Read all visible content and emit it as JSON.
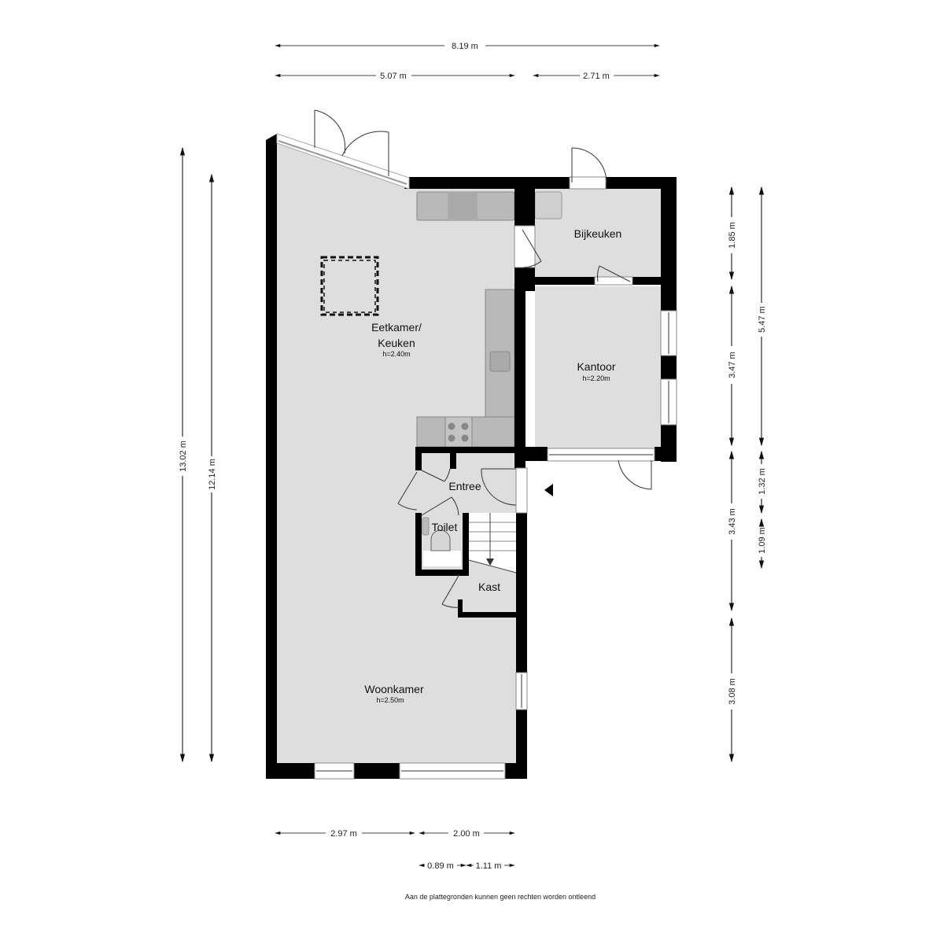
{
  "plan": {
    "colors": {
      "wall": "#000000",
      "floor": "#dedede",
      "cabinet": "#b9b9b9",
      "dimension_line": "#555555",
      "background": "#ffffff"
    },
    "rooms": [
      {
        "name": "Eetkamer/",
        "name2": "Keuken",
        "height": "h=2.40m"
      },
      {
        "name": "Bijkeuken"
      },
      {
        "name": "Kantoor",
        "height": "h=2.20m"
      },
      {
        "name": "Entree"
      },
      {
        "name": "Toilet"
      },
      {
        "name": "Kast"
      },
      {
        "name": "Woonkamer",
        "height": "h=2.50m"
      }
    ],
    "dimensions": {
      "top": {
        "total": "8.19 m",
        "left": "5.07 m",
        "right": "2.71 m"
      },
      "left": {
        "outer": "13.02 m",
        "inner": "12.14 m"
      },
      "right_inner": [
        "1.85 m",
        "3.47 m",
        "3.43 m",
        "3.08 m"
      ],
      "right_outer": [
        "5.47 m",
        "1.32 m",
        "1.09 m"
      ],
      "bottom": {
        "row1": [
          "2.97 m",
          "2.00 m"
        ],
        "row2": [
          "0.89 m",
          "1.11 m"
        ]
      }
    },
    "disclaimer": "Aan de plattegronden kunnen geen rechten worden ontleend"
  }
}
